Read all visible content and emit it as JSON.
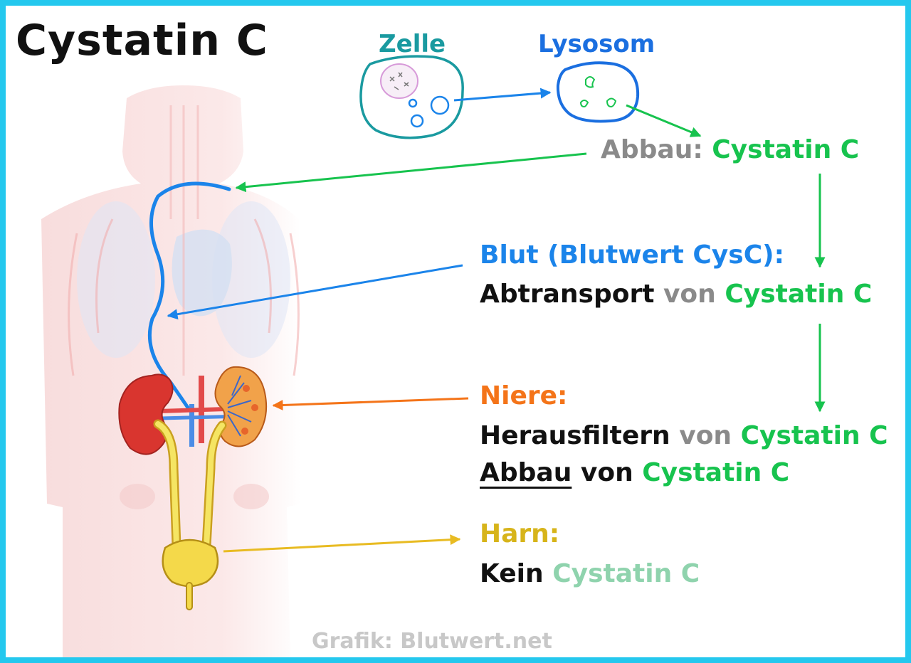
{
  "title": "Cystatin C",
  "cell_label": "Zelle",
  "lysosome_label": "Lysosom",
  "breakdown": {
    "prefix": "Abbau:",
    "substance": "Cystatin C"
  },
  "blood": {
    "heading": "Blut (Blutwert CysC):",
    "action": "Abtransport",
    "connector": "von",
    "substance": "Cystatin C"
  },
  "kidney": {
    "heading": "Niere:",
    "line1_action": "Herausfiltern",
    "line1_connector": "von",
    "line1_substance": "Cystatin C",
    "line2_action": "Abbau",
    "line2_connector": "von",
    "line2_substance": "Cystatin C"
  },
  "urine": {
    "heading": "Harn:",
    "prefix": "Kein",
    "substance": "Cystatin C"
  },
  "credit": "Grafik: Blutwert.net",
  "colors": {
    "frame": "#24c8ee",
    "cystatin": "#17c34e",
    "blood": "#1b84ea",
    "kidney": "#f47419",
    "urine": "#d7b41a",
    "cell": "#1a9aa0",
    "lysosome": "#1b6fe0"
  }
}
